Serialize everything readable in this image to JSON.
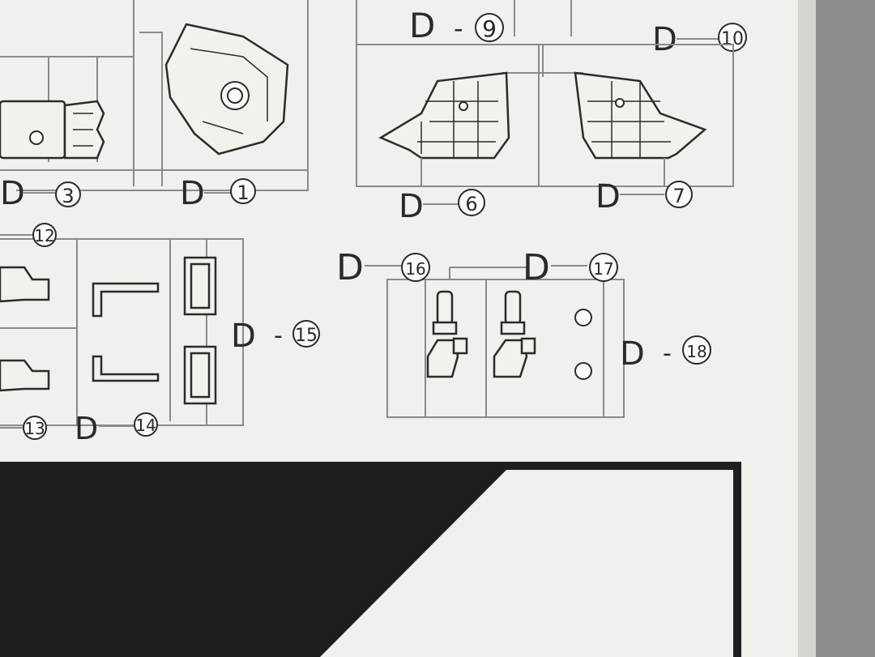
{
  "colors": {
    "paper": "#f1f0ec",
    "paper_shadow": "#d9d8d3",
    "ink": "#2a2a2a",
    "sprue_line": "#8a8a86",
    "dark_panel": "#1e1e1e",
    "background": "#8e8d89"
  },
  "labels": {
    "d9": {
      "prefix": "D",
      "num": "9"
    },
    "d10": {
      "prefix": "D",
      "num": "10"
    },
    "d3": {
      "prefix": "D",
      "num": "3"
    },
    "d1": {
      "prefix": "D",
      "num": "1"
    },
    "d6": {
      "prefix": "D",
      "num": "6"
    },
    "d7": {
      "prefix": "D",
      "num": "7"
    },
    "d12": {
      "num": "12"
    },
    "d15": {
      "prefix": "D",
      "num": "15"
    },
    "d13": {
      "num": "13"
    },
    "d14": {
      "prefix": "D",
      "num": "14"
    },
    "d16": {
      "prefix": "D",
      "num": "16"
    },
    "d17": {
      "prefix": "D",
      "num": "17"
    },
    "d18": {
      "prefix": "D",
      "num": "18"
    }
  }
}
